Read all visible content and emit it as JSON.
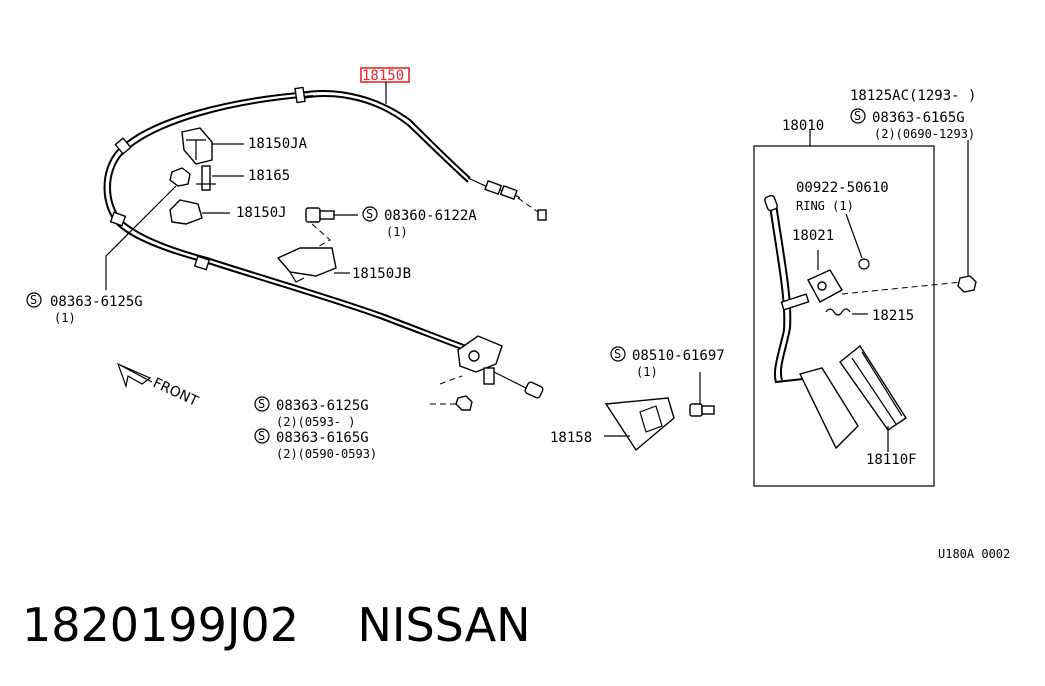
{
  "footer": {
    "part_number": "1820199J02",
    "brand": "NISSAN"
  },
  "callouts": {
    "main_cable": "18150",
    "bracket_ja": "18150JA",
    "clip_18165": "18165",
    "bracket_j": "18150J",
    "bracket_jb": "18150JB",
    "bolt_6122a": "08360-6122A",
    "bolt_6122a_qty": "(1)",
    "bolt_6125g_left": "08363-6125G",
    "bolt_6125g_left_qty": "(1)",
    "front": "FRONT",
    "bolt_6125g_lower": "08363-6125G",
    "bolt_6125g_lower_qty": "(2)(0593-    )",
    "bolt_6165g_lower": "08363-6165G",
    "bolt_6165g_lower_qty": "(2)(0590-0593)",
    "bolt_61697": "08510-61697",
    "bolt_61697_qty": "(1)",
    "cover_18158": "18158",
    "assy_18010": "18010",
    "bolt_18125ac": "18125AC(1293-     )",
    "bolt_6165g_right": "08363-6165G",
    "bolt_6165g_right_qty": "(2)(0690-1293)",
    "ring_part": "00922-50610",
    "ring_label": "RING (1)",
    "pivot_18021": "18021",
    "spring_18215": "18215",
    "pedal_pad": "18110F",
    "drawing_code": "U180A 0002",
    "s_mark": "S"
  },
  "colors": {
    "highlight": "#e8262a",
    "ink": "#000000"
  }
}
